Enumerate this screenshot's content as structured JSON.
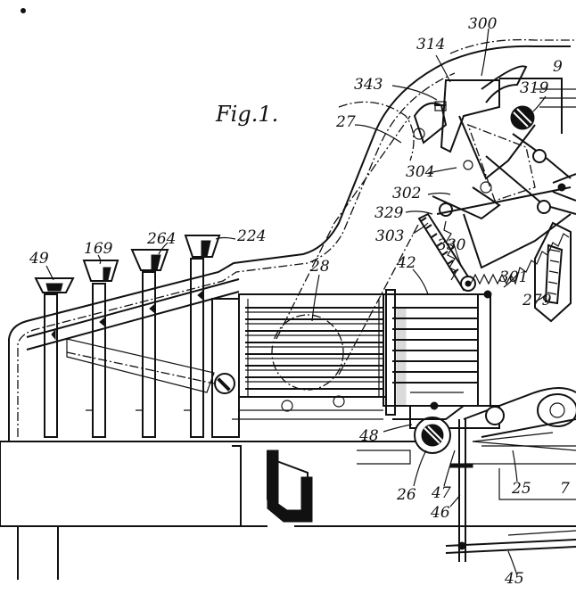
{
  "figure": {
    "title": "Fig.1.",
    "labels": {
      "l49": "49",
      "l169": "169",
      "l264": "264",
      "l224": "224",
      "l28": "28",
      "l42": "42",
      "l27": "27",
      "l343": "343",
      "l314": "314",
      "l300": "300",
      "l9": "9",
      "l319": "319",
      "l304": "304",
      "l302": "302",
      "l329": "329",
      "l303": "303",
      "l330": "330",
      "l301": "301",
      "l279": "279",
      "l48": "48",
      "l26": "26",
      "l47": "47",
      "l25": "25",
      "l7": "7",
      "l46": "46",
      "l45": "45"
    }
  }
}
